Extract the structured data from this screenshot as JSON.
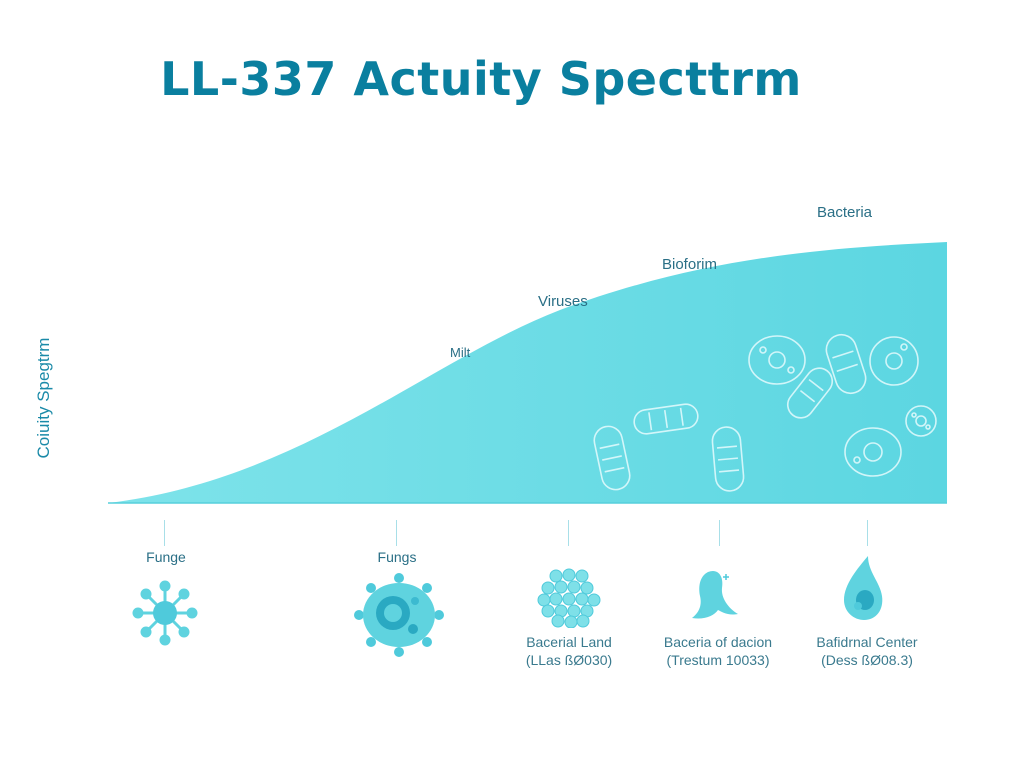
{
  "title": "LL-337 Actuity Specttrm",
  "y_axis_label": "Coiuity Spegtrm",
  "curve_labels": {
    "bacteria": "Bacteria",
    "bioform": "Bioforim",
    "viruses": "Viruses",
    "milt": "Milt"
  },
  "categories": [
    {
      "title": "Funge",
      "caption_line1": "",
      "caption_line2": "",
      "icon": "virus-spiky-icon"
    },
    {
      "title": "Fungs",
      "caption_line1": "",
      "caption_line2": "",
      "icon": "virus-cell-icon"
    },
    {
      "title": "",
      "caption_line1": "Bacerial Land",
      "caption_line2": "(LLas ßØ030)",
      "icon": "bacteria-cluster-icon"
    },
    {
      "title": "",
      "caption_line1": "Baceria of dacion",
      "caption_line2": "(Trestum 10033)",
      "icon": "penguin-shape-icon"
    },
    {
      "title": "",
      "caption_line1": "Bafidrnal Center",
      "caption_line2": "(Dess ßØ08.3)",
      "icon": "droplet-icon"
    }
  ],
  "colors": {
    "title": "#0a7f9f",
    "curve_fill": "#62d9e3",
    "label_text": "#2a6f86",
    "icon_fill": "#5fd3df",
    "icon_dark": "#2aa9c2"
  }
}
